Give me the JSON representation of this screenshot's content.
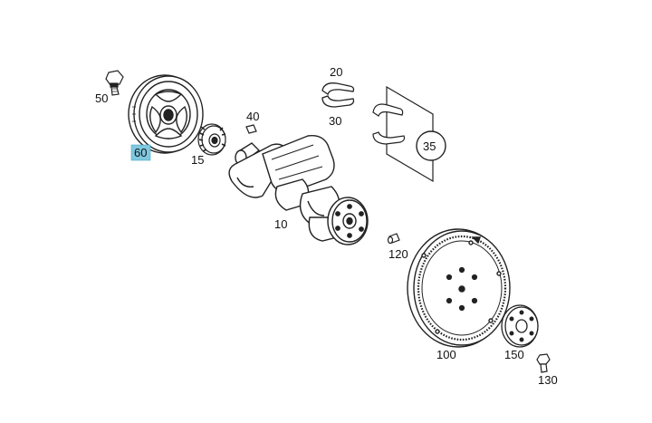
{
  "diagram": {
    "highlight_color": "#7fc8e0",
    "line_color": "#222222",
    "parts": [
      {
        "id": "p60",
        "label": "60",
        "name": "pulley",
        "highlighted": true
      },
      {
        "id": "p50",
        "label": "50",
        "name": "bolt",
        "highlighted": false
      },
      {
        "id": "p15",
        "label": "15",
        "name": "sprocket",
        "highlighted": false
      },
      {
        "id": "p40",
        "label": "40",
        "name": "key",
        "highlighted": false
      },
      {
        "id": "p10",
        "label": "10",
        "name": "crankshaft",
        "highlighted": false
      },
      {
        "id": "p20",
        "label": "20",
        "name": "bearing-shell",
        "highlighted": false
      },
      {
        "id": "p30",
        "label": "30",
        "name": "bearing-shell",
        "highlighted": false
      },
      {
        "id": "p35",
        "label": "35",
        "name": "thrust-washer-set",
        "highlighted": false
      },
      {
        "id": "p120",
        "label": "120",
        "name": "dowel-pin",
        "highlighted": false
      },
      {
        "id": "p100",
        "label": "100",
        "name": "flywheel",
        "highlighted": false
      },
      {
        "id": "p150",
        "label": "150",
        "name": "plate",
        "highlighted": false
      },
      {
        "id": "p130",
        "label": "130",
        "name": "bolt",
        "highlighted": false
      }
    ]
  }
}
